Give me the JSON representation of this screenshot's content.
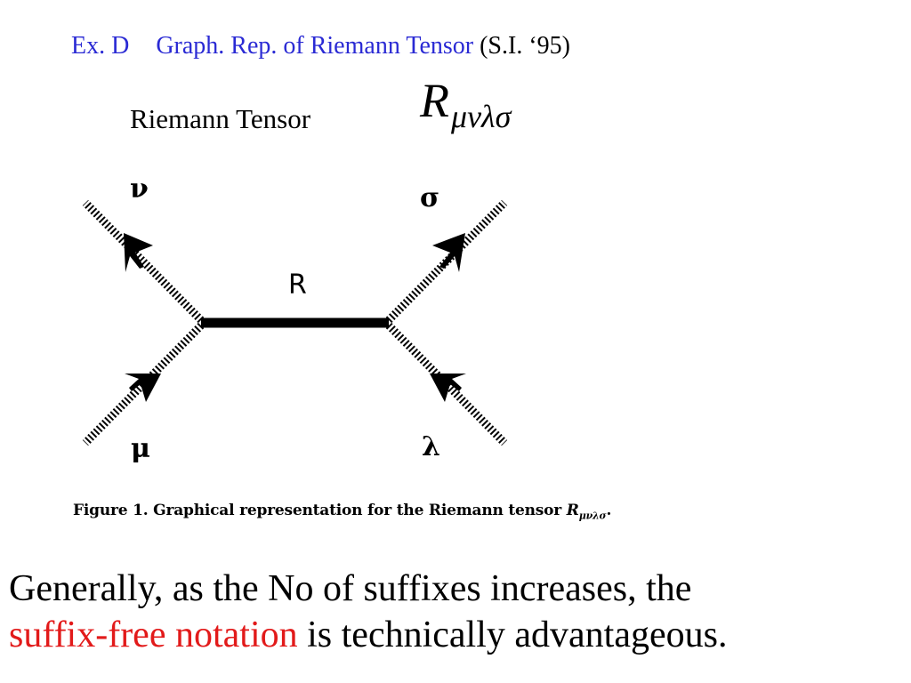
{
  "header": {
    "ex_label": "Ex. D",
    "title": "Graph. Rep. of  Riemann Tensor",
    "source": "(S.I. ‘95)"
  },
  "subtitle": "Riemann Tensor",
  "formula": {
    "symbol": "R",
    "indices": "μνλσ"
  },
  "diagram": {
    "labels": {
      "nu": "ν",
      "sigma": "σ",
      "mu": "μ",
      "lambda": "λ",
      "R": "R"
    },
    "caption": {
      "prefix": "Figure 1.  Graphical representation for the Riemann tensor ",
      "symbol": "R",
      "indices": "μνλσ",
      "suffix": "."
    }
  },
  "conclusion": {
    "line1": "Generally, as the No of suffixes increases, the",
    "highlight": "suffix-free notation",
    "line2_rest": " is technically advantageous.",
    "highlight_color": "#e21a1a"
  },
  "colors": {
    "title_blue": "#2a2ad4",
    "text": "#000000"
  }
}
